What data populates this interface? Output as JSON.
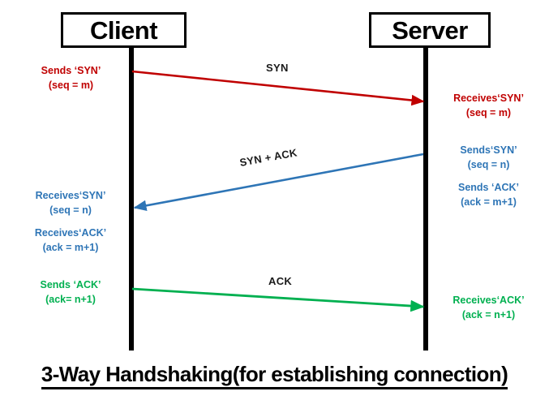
{
  "diagram": {
    "type": "sequence-diagram",
    "caption": "3-Way Handshaking(for establishing connection)",
    "participants": [
      {
        "id": "client",
        "label": "Client"
      },
      {
        "id": "server",
        "label": "Server"
      }
    ],
    "colors": {
      "step1_red": "#c00000",
      "step2_blue": "#2e75b6",
      "step3_green": "#00b050",
      "lifeline_black": "#000000",
      "background": "#ffffff"
    },
    "messages": [
      {
        "step": 1,
        "label": "SYN",
        "from": "client",
        "to": "server",
        "color": "#c00000"
      },
      {
        "step": 2,
        "label": "SYN + ACK",
        "from": "server",
        "to": "client",
        "color": "#2e75b6"
      },
      {
        "step": 3,
        "label": "ACK",
        "from": "client",
        "to": "server",
        "color": "#00b050"
      }
    ],
    "notes": {
      "client_sends_syn": {
        "line1": "Sends ‘SYN’",
        "line2": "(seq = m)"
      },
      "server_recv_syn": {
        "line1": "Receives‘SYN’",
        "line2": "(seq = m)"
      },
      "server_sends_syn": {
        "line1": "Sends‘SYN’",
        "line2": "(seq = n)"
      },
      "server_sends_ack": {
        "line1": "Sends ‘ACK’",
        "line2": "(ack = m+1)"
      },
      "client_recv_syn": {
        "line1": "Receives‘SYN’",
        "line2": "(seq = n)"
      },
      "client_recv_ack": {
        "line1": "Receives‘ACK’",
        "line2": "(ack = m+1)"
      },
      "client_sends_ack": {
        "line1": "Sends ‘ACK’",
        "line2": "(ack= n+1)"
      },
      "server_recv_ack": {
        "line1": "Receives‘ACK’",
        "line2": "(ack = n+1)"
      }
    }
  }
}
